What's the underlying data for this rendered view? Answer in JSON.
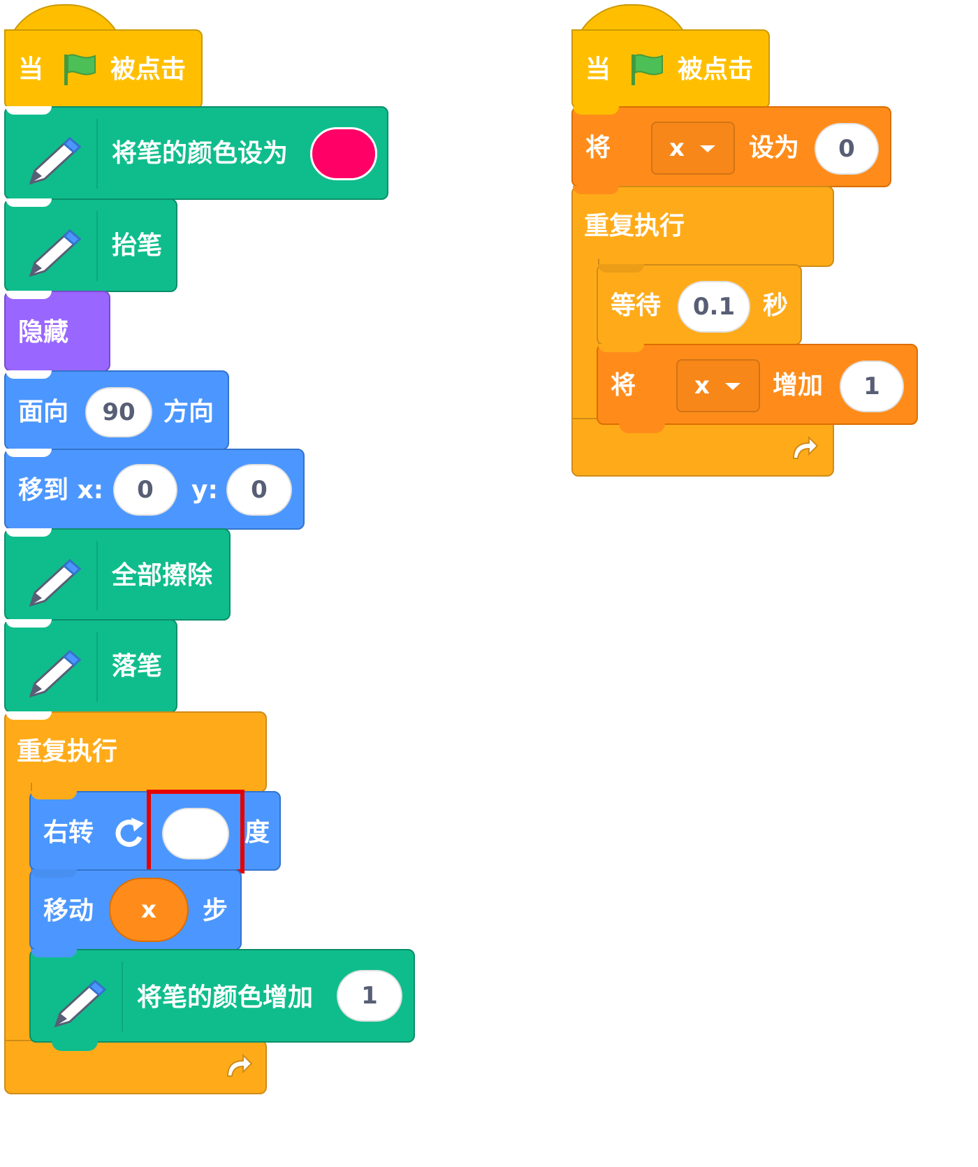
{
  "colors": {
    "events": "#FFBF00",
    "pen": "#0FBD8C",
    "looks": "#9966FF",
    "motion": "#4C97FF",
    "control": "#FFAB19",
    "variables": "#FF8C1A",
    "pen_color_swatch": "#FF0066",
    "highlight": "#E60000"
  },
  "script1": {
    "hat": {
      "when": "当",
      "icon": "green-flag-icon",
      "clicked": "被点击"
    },
    "set_pen_color": {
      "label": "将笔的颜色设为",
      "color": "#FF0066"
    },
    "pen_up": {
      "label": "抬笔"
    },
    "hide": {
      "label": "隐藏"
    },
    "point_direction": {
      "label": "面向",
      "value": "90",
      "suffix": "方向"
    },
    "goto_xy": {
      "label": "移到 x:",
      "x": "0",
      "y_label": "y:",
      "y": "0"
    },
    "clear": {
      "label": "全部擦除"
    },
    "pen_down": {
      "label": "落笔"
    },
    "forever": {
      "label": "重复执行",
      "turn_right": {
        "label": "右转",
        "icon": "rotate-clockwise-icon",
        "value": "",
        "suffix": "度"
      },
      "move": {
        "label": "移动",
        "reporter": "x",
        "suffix": "步"
      },
      "change_pen_color": {
        "label": "将笔的颜色增加",
        "value": "1"
      },
      "loop_icon": "loop-arrow-icon"
    }
  },
  "script2": {
    "hat": {
      "when": "当",
      "icon": "green-flag-icon",
      "clicked": "被点击"
    },
    "set_var": {
      "label": "将",
      "variable": "x",
      "to": "设为",
      "value": "0"
    },
    "forever": {
      "label": "重复执行",
      "wait": {
        "label": "等待",
        "value": "0.1",
        "suffix": "秒"
      },
      "change_var": {
        "label": "将",
        "variable": "x",
        "by": "增加",
        "value": "1"
      },
      "loop_icon": "loop-arrow-icon"
    }
  }
}
